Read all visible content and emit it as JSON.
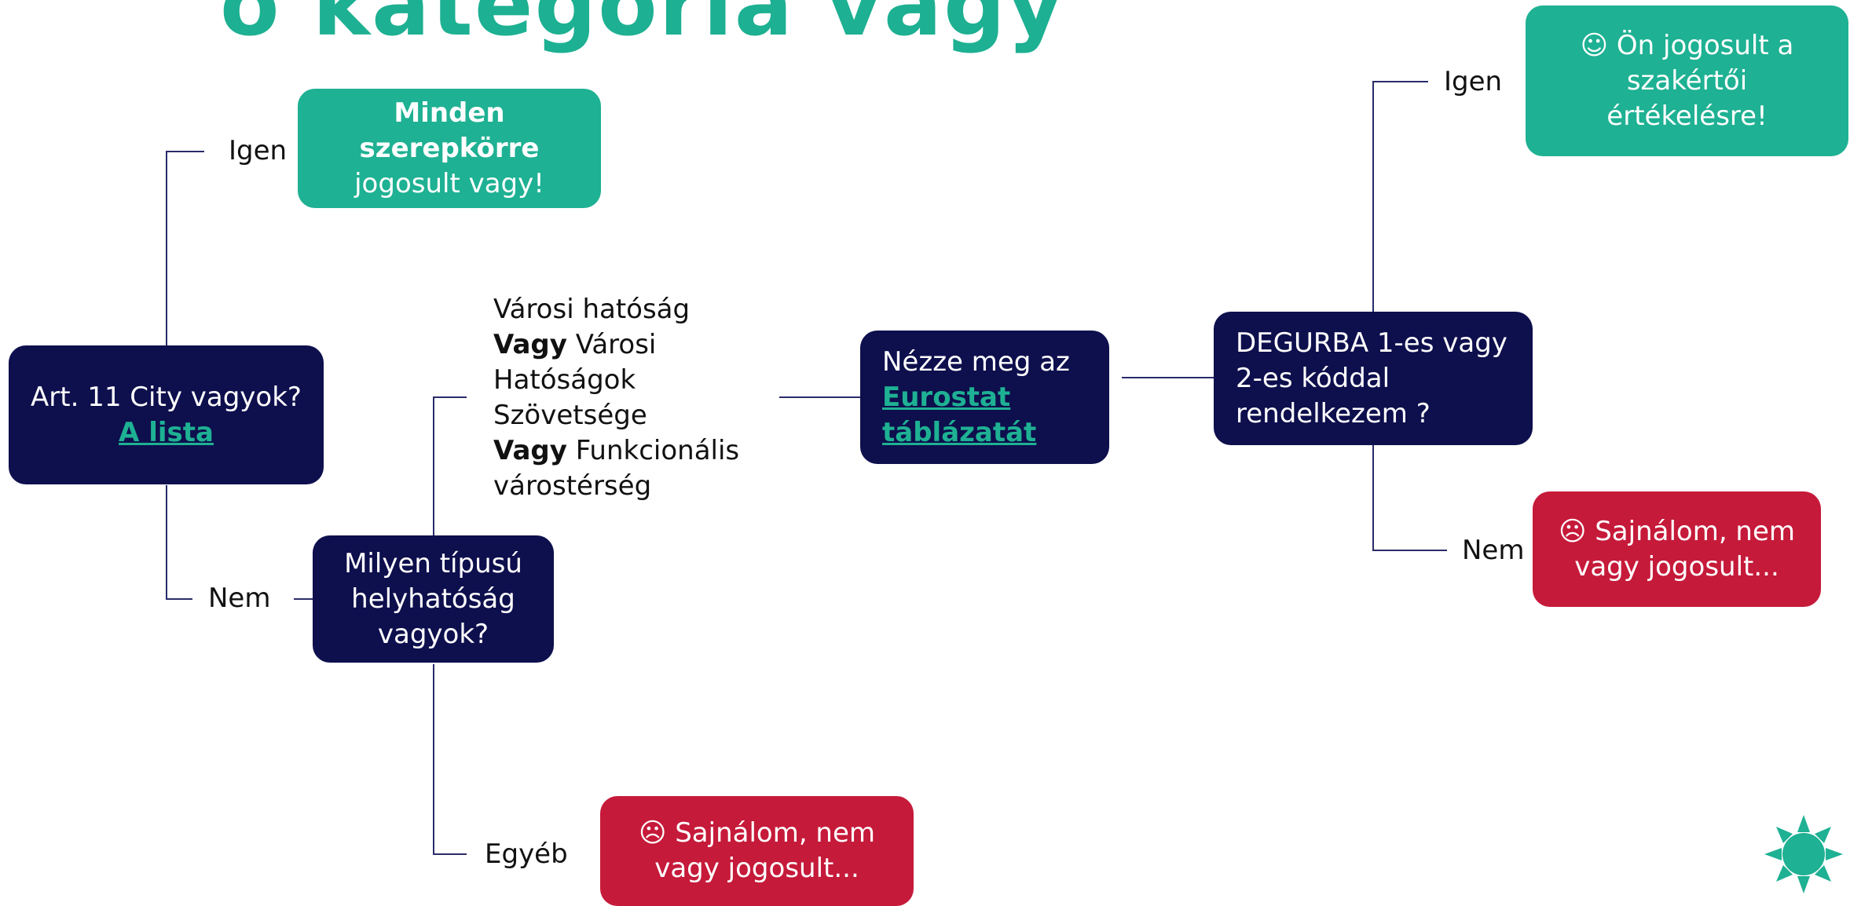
{
  "title": "ő kategóriá vagy",
  "root": {
    "question": "Art. 11 City vagyok?",
    "link": "A lista"
  },
  "branch_yes": {
    "label": "Igen",
    "result_bold_1": "Minden",
    "result_bold_2": "szerepkörre",
    "result_text": "jogosult vagy!"
  },
  "branch_no": {
    "label": "Nem",
    "question_line1": "Milyen típusú",
    "question_line2": "helyhatóság",
    "question_line3": "vagyok?"
  },
  "types": {
    "line1": "Városi hatóság",
    "vagy": "Vagy",
    "line2_rest": " Városi",
    "line3": "Hatóságok",
    "line4": "Szövetsége",
    "line5_rest": " Funkcionális",
    "line6": "várostérség"
  },
  "other": {
    "label": "Egyéb",
    "result_line1": "☹ Sajnálom, nem",
    "result_line2": "vagy jogosult..."
  },
  "eurostat": {
    "text": "Nézze meg az",
    "link_line1": "Eurostat",
    "link_line2": "táblázatát"
  },
  "degurba": {
    "line1": "DEGURBA 1-es vagy",
    "line2": "2-es kóddal",
    "line3": "rendelkezem ?",
    "yes_label": "Igen",
    "yes_line1": "☺ Ön jogosult a",
    "yes_line2": "szakértői",
    "yes_line3": "értékelésre!",
    "no_label": "Nem",
    "no_line1": "☹ Sajnálom, nem",
    "no_line2": "vagy jogosult..."
  },
  "colors": {
    "navy": "#0e0f4d",
    "green": "#1eb193",
    "red": "#c61a3a",
    "connector": "#2a2c6a"
  }
}
